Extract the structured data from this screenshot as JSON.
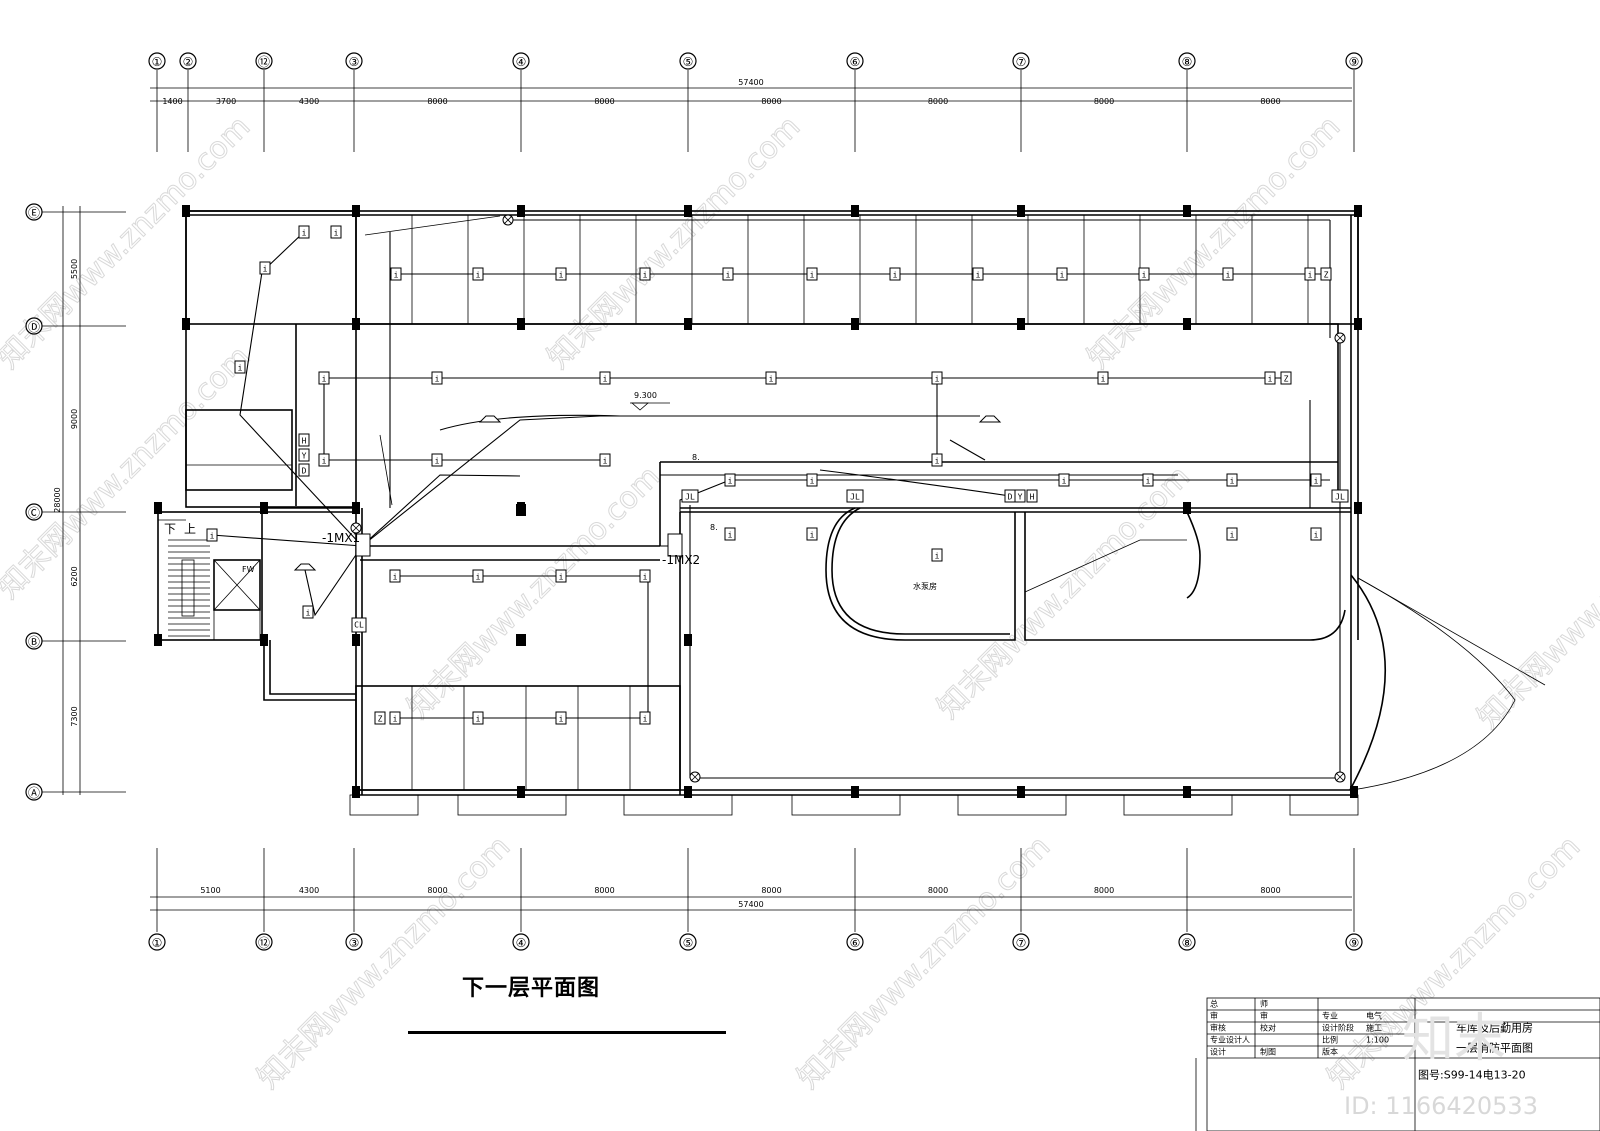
{
  "plan_title": "下一层平面图",
  "axes_columns": [
    "①",
    "②",
    "⑫",
    "③",
    "④",
    "⑤",
    "⑥",
    "⑦",
    "⑧",
    "⑨"
  ],
  "axes_rows": [
    "Ⓔ",
    "Ⓓ",
    "Ⓒ",
    "Ⓑ",
    "Ⓐ"
  ],
  "top_dimensions": {
    "total": "57400",
    "segments": [
      "1400",
      "3700",
      "4300",
      "8000",
      "8000",
      "8000",
      "8000",
      "8000",
      "8000"
    ]
  },
  "bottom_dimensions": {
    "total": "57400",
    "segments": [
      "5100",
      "4300",
      "8000",
      "8000",
      "8000",
      "8000",
      "8000",
      "8000"
    ]
  },
  "left_dimensions": {
    "total": "28000",
    "segments": [
      "5500",
      "9000",
      "6200",
      "7300"
    ]
  },
  "annotations": {
    "elevation": "9.300",
    "panel_1": "-1MX1",
    "panel_2": "-1MX2",
    "pump_room": "水泵房",
    "stair_down": "下",
    "stair_up": "上",
    "fire_code": "FW",
    "cable_tag": "8."
  },
  "device_symbols": {
    "light": "i",
    "exit": "Z",
    "junction": "JL",
    "emergency": "Y",
    "socket": "H",
    "detector": "D",
    "cl": "CL"
  },
  "title_block": {
    "rows_left": [
      [
        "总",
        "师"
      ],
      [
        "审",
        "审"
      ],
      [
        "审核",
        "校对"
      ],
      [
        "专业设计人",
        ""
      ],
      [
        "设计",
        "制图"
      ]
    ],
    "rows_mid": [
      [
        "",
        ""
      ],
      [
        "专业",
        "电气"
      ],
      [
        "设计阶段",
        "施工"
      ],
      [
        "比例",
        "1:100"
      ],
      [
        "版本",
        ""
      ]
    ],
    "project_name": "车库及后勤用房",
    "drawing_name": "一层消防平面图",
    "drawing_number": "图号:S99-14电13-20"
  },
  "watermark_text": "知末网www.znzmo.com",
  "brand": "知末",
  "image_id": "ID: 1166420533"
}
